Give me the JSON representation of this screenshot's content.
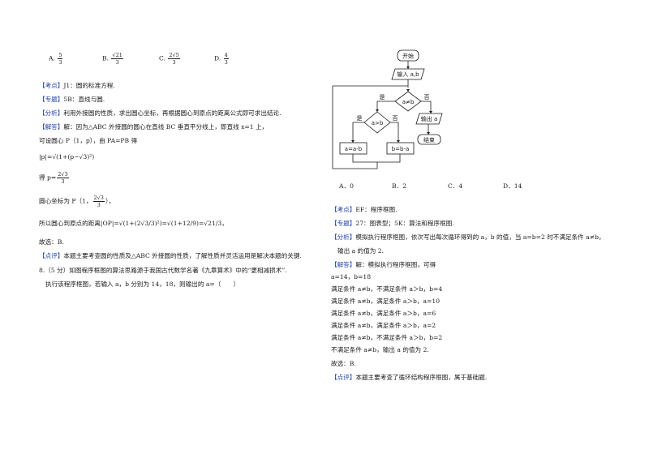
{
  "left": {
    "options": [
      {
        "label": "A.",
        "num": "5",
        "den": "3"
      },
      {
        "label": "B.",
        "num": "√21",
        "den": "3"
      },
      {
        "label": "C.",
        "num": "2√5",
        "den": "3"
      },
      {
        "label": "D.",
        "num": "4",
        "den": "3"
      }
    ],
    "kaodian_tag": "【考点】",
    "kaodian_text": "J1：圆的标准方程.",
    "zhuanti_tag": "【专题】",
    "zhuanti_text": "5B：直线与圆.",
    "fenxi_tag": "【分析】",
    "fenxi_text": "利用外接圆的性质，求出圆心坐标，再根据圆心到原点的距离公式即可求出结论.",
    "jieda_tag": "【解答】",
    "jieda_text": "解：因为△ABC 外接圆的圆心在直线 BC 垂直平分线上，即直线 x=1 上，",
    "line_center": "可设圆心 P（1，p），由 PA=PB 得",
    "line_eq": "|p|=√(1+(p−√3)²)",
    "line_p_prefix": "得 p=",
    "p_num": "2√3",
    "p_den": "3",
    "line_coord_prefix": "圆心坐标为 P（1，",
    "line_coord_suffix": "），",
    "line_dist": "所以圆心到原点的距离|OP|=√(1+(2√3/3)²)=√(1+12/9)=√21/3，",
    "guxuan": "故选：B.",
    "dianping_tag": "【点评】",
    "dianping_text": "本题主要考查圆的性质及△ABC 外接圆的性质，了解性质并灵活运用是解决本题的关键."
  },
  "question8": {
    "line1": "8.（5 分）如图程序框图的算法思路源于我国古代数学名著《九章算术》中的“更相减损术”.",
    "line2": "执行该程序框图，若输入 a，b 分别为 14，18，则输出的 a=（　　）"
  },
  "flowchart": {
    "start": "开始",
    "input": "输入 a,b",
    "cond1": "a≠b",
    "yes1": "是",
    "no1": "否",
    "output": "输出 a",
    "cond2": "a>b",
    "yes2": "是",
    "no2": "否",
    "box_left": "a=a-b",
    "box_right": "b=b-a",
    "end": "结束"
  },
  "right": {
    "options": [
      {
        "label": "A．",
        "value": "0"
      },
      {
        "label": "B．",
        "value": "2"
      },
      {
        "label": "C．",
        "value": "4"
      },
      {
        "label": "D．",
        "value": "14"
      }
    ],
    "kaodian_tag": "【考点】",
    "kaodian_text": "EF：程序框图.",
    "zhuanti_tag": "【专题】",
    "zhuanti_text": "27：图表型；5K：算法和程序框图.",
    "fenxi_tag": "【分析】",
    "fenxi_text": "模拟执行程序框图，依次写出每次循环得到的 a，b 的值，当 a=b=2 时不满足条件 a≠b，",
    "fenxi_text2": "输出 a 的值为 2.",
    "jieda_tag": "【解答】",
    "jieda_text": "解：模拟执行程序框图，可得",
    "steps": [
      "a=14，b=18",
      "满足条件 a≠b，不满足条件 a＞b，b=4",
      "满足条件 a≠b，满足条件 a＞b，a=10",
      "满足条件 a≠b，满足条件 a＞b，a=6",
      "满足条件 a≠b，满足条件 a＞b，a=2",
      "满足条件 a≠b，不满足条件 a＞b，b=2",
      "不满足条件 a≠b，输出 a 的值为 2."
    ],
    "guxuan": "故选：B.",
    "dianping_tag": "【点评】",
    "dianping_text": "本题主要考查了循环结构程序框图，属于基础题."
  }
}
